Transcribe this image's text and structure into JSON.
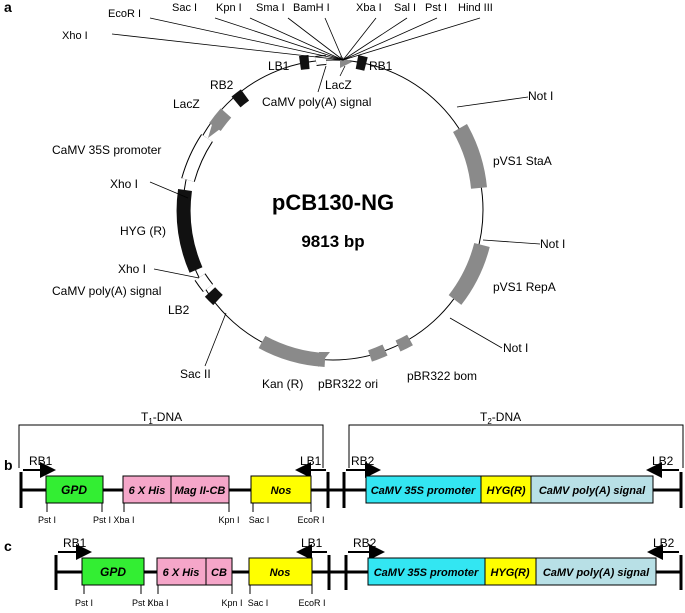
{
  "panel_labels": {
    "a": "a",
    "b": "b",
    "c": "c"
  },
  "plasmid": {
    "name": "pCB130-NG",
    "size": "9813 bp",
    "mcs_sites": [
      "Xho I",
      "EcoR I",
      "Sac I",
      "Kpn I",
      "Sma I",
      "BamH I",
      "Xba I",
      "Sal I",
      "Pst I",
      "Hind III"
    ],
    "labels": {
      "lb1": "LB1",
      "rb1": "RB1",
      "lacz_top": "LacZ",
      "polya_top": "CaMV poly(A) signal",
      "rb2": "RB2",
      "lacz_left": "LacZ",
      "p35s": "CaMV 35S promoter",
      "xho1_a": "Xho I",
      "hyg": "HYG (R)",
      "xho1_b": "Xho I",
      "polya_left": "CaMV poly(A) signal",
      "lb2": "LB2",
      "sac2": "Sac II",
      "kan": "Kan (R)",
      "ori": "pBR322 ori",
      "bom": "pBR322 bom",
      "not1_a": "Not I",
      "stab": "pVS1 StaA",
      "not1_b": "Not I",
      "repa": "pVS1 RepA",
      "not1_c": "Not I"
    }
  },
  "constructs": {
    "t1_label": "T",
    "t1_sub": "1",
    "t1_suffix": "-DNA",
    "t2_label": "T",
    "t2_sub": "2",
    "t2_suffix": "-DNA",
    "b": {
      "rb1": "RB1",
      "lb1": "LB1",
      "rb2": "RB2",
      "lb2": "LB2",
      "gpd": "GPD",
      "his": "6 X His",
      "cb": "Mag II-CB",
      "nos": "Nos",
      "p35s": "CaMV 35S promoter",
      "hyg": "HYG(R)",
      "polya": "CaMV poly(A) signal",
      "sites": [
        "Pst I",
        "Pst I",
        "Xba I",
        "Kpn I",
        "Sac I",
        "EcoR I"
      ]
    },
    "c": {
      "rb1": "RB1",
      "lb1": "LB1",
      "rb2": "RB2",
      "lb2": "LB2",
      "gpd": "GPD",
      "his": "6 X His",
      "cb": "CB",
      "nos": "Nos",
      "p35s": "CaMV 35S promoter",
      "hyg": "HYG(R)",
      "polya": "CaMV poly(A) signal",
      "sites": [
        "Pst I",
        "Pst I",
        "Xba I",
        "Kpn I",
        "Sac I",
        "EcoR I"
      ]
    }
  },
  "colors": {
    "gpd": "#33ee33",
    "his": "#f5a6c9",
    "nos": "#ffff00",
    "promoter": "#33e6f2",
    "hyg": "#ffff00",
    "polya": "#b8e0e6",
    "feature_gray": "#8a8a8a",
    "marker_black": "#111111"
  }
}
